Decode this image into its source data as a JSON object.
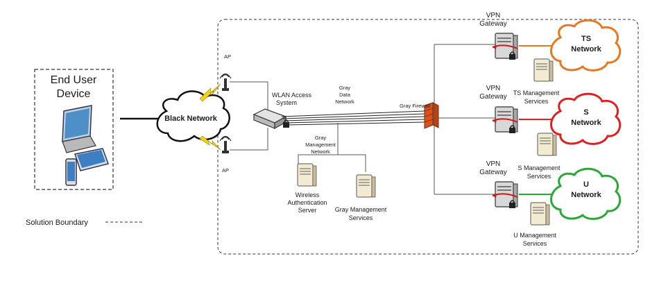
{
  "end_user": {
    "line1": "End User",
    "line2": "Device"
  },
  "black_network": {
    "label": "Black Network"
  },
  "ap_top": {
    "label": "AP"
  },
  "ap_bottom": {
    "label": "AP"
  },
  "wlan": {
    "line1": "WLAN Access",
    "line2": "System"
  },
  "gray_data_network": {
    "line1": "Gray",
    "line2": "Data",
    "line3": "Network"
  },
  "gray_firewall": {
    "label": "Gray Firewall"
  },
  "gray_mgmt_network": {
    "line1": "Gray",
    "line2": "Management",
    "line3": "Network"
  },
  "wireless_auth": {
    "line1": "Wireless",
    "line2": "Authentication",
    "line3": "Server"
  },
  "gray_mgmt_services": {
    "line1": "Gray Management",
    "line2": "Services"
  },
  "vpn_ts": {
    "line1": "VPN",
    "line2": "Gateway"
  },
  "vpn_s": {
    "line1": "VPN",
    "line2": "Gateway"
  },
  "vpn_u": {
    "line1": "VPN",
    "line2": "Gateway"
  },
  "ts_network": {
    "line1": "TS",
    "line2": "Network",
    "color": "#e87722"
  },
  "s_network": {
    "line1": "S",
    "line2": "Network",
    "color": "#e02020"
  },
  "u_network": {
    "line1": "U",
    "line2": "Network",
    "color": "#2aa836"
  },
  "ts_mgmt": {
    "line1": "TS Management",
    "line2": "Services"
  },
  "s_mgmt": {
    "line1": "S Management",
    "line2": "Services"
  },
  "u_mgmt": {
    "line1": "U Management",
    "line2": "Services"
  },
  "legend": {
    "label": "Solution Boundary"
  }
}
